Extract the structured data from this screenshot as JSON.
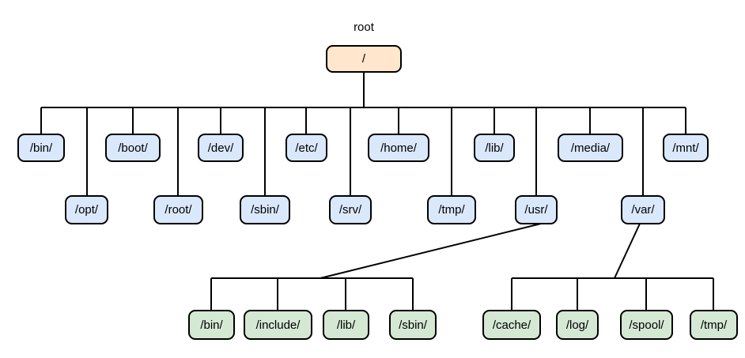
{
  "diagram": {
    "caption": "root",
    "root": {
      "label": "/"
    },
    "children": [
      {
        "label": "/bin/"
      },
      {
        "label": "/opt/"
      },
      {
        "label": "/boot/"
      },
      {
        "label": "/root/"
      },
      {
        "label": "/dev/"
      },
      {
        "label": "/sbin/"
      },
      {
        "label": "/etc/"
      },
      {
        "label": "/srv/"
      },
      {
        "label": "/home/"
      },
      {
        "label": "/tmp/"
      },
      {
        "label": "/lib/"
      },
      {
        "label": "/usr/"
      },
      {
        "label": "/media/"
      },
      {
        "label": "/var/"
      },
      {
        "label": "/mnt/"
      }
    ],
    "usr_children": [
      {
        "label": "/bin/"
      },
      {
        "label": "/include/"
      },
      {
        "label": "/lib/"
      },
      {
        "label": "/sbin/"
      }
    ],
    "var_children": [
      {
        "label": "/cache/"
      },
      {
        "label": "/log/"
      },
      {
        "label": "/spool/"
      },
      {
        "label": "/tmp/"
      }
    ],
    "colors": {
      "root-fill": "#ffe6cc",
      "dir-fill": "#dae8fc",
      "subdir-fill": "#d5e8d4",
      "stroke": "#000000"
    }
  }
}
